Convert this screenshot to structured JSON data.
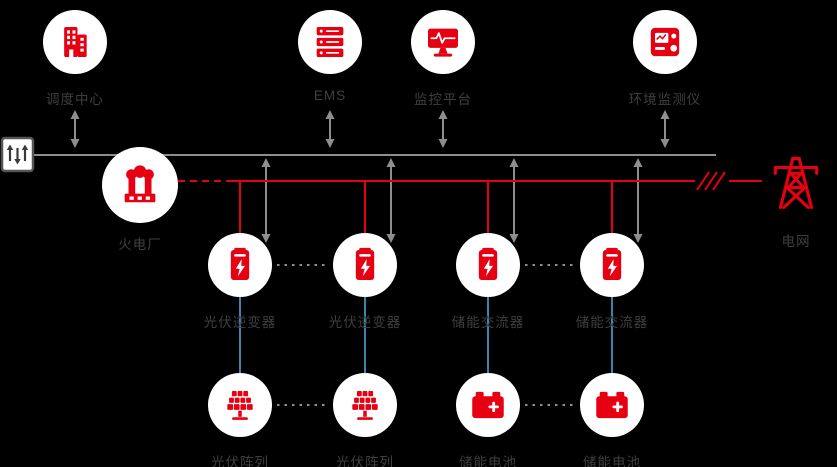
{
  "nodes": {
    "dispatch_center": {
      "label": "调度中心"
    },
    "ems": {
      "label": "EMS"
    },
    "monitoring_platform": {
      "label": "监控平台"
    },
    "environment_monitor": {
      "label": "环境监测仪"
    },
    "thermal_plant": {
      "label": "火电厂"
    },
    "power_grid": {
      "label": "电网"
    },
    "pv_inverter_1": {
      "label": "光伏逆变器"
    },
    "pv_inverter_2": {
      "label": "光伏逆变器"
    },
    "storage_converter_1": {
      "label": "储能交流器"
    },
    "storage_converter_2": {
      "label": "储能交流器"
    },
    "pv_array_1": {
      "label": "光伏阵列"
    },
    "pv_array_2": {
      "label": "光伏阵列"
    },
    "storage_battery_1": {
      "label": "储能电池"
    },
    "storage_battery_2": {
      "label": "储能电池"
    }
  },
  "colors": {
    "accent_red": "#e60012",
    "line_gray": "#8e8e8e",
    "line_blue": "#4aa7d9",
    "label_text": "#3f3f3f",
    "node_bg": "#ffffff",
    "background": "#000000"
  }
}
